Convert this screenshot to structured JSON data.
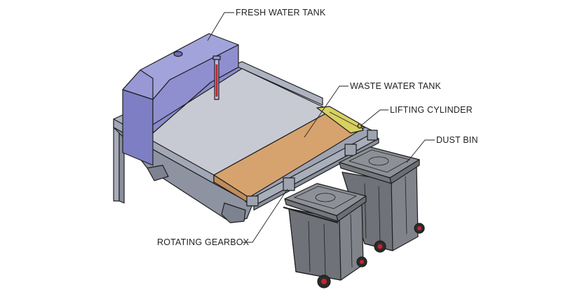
{
  "labels": {
    "fresh_water_tank": "FRESH WATER TANK",
    "waste_water_tank": "WASTE WATER TANK",
    "lifting_cylinder": "LIFTING CYLINDER",
    "dust_bin": "DUST BIN",
    "rotating_gearbox": "ROTATING GEARBOX"
  },
  "colors": {
    "frame": "#9aa0b0",
    "tank": "#8c8cd0",
    "waste_tank": "#d6a36f",
    "bin": "#7b7e85",
    "cylinder": "#d8d060",
    "wheel_hub": "#c0272d",
    "outline": "#1e1e1e"
  }
}
